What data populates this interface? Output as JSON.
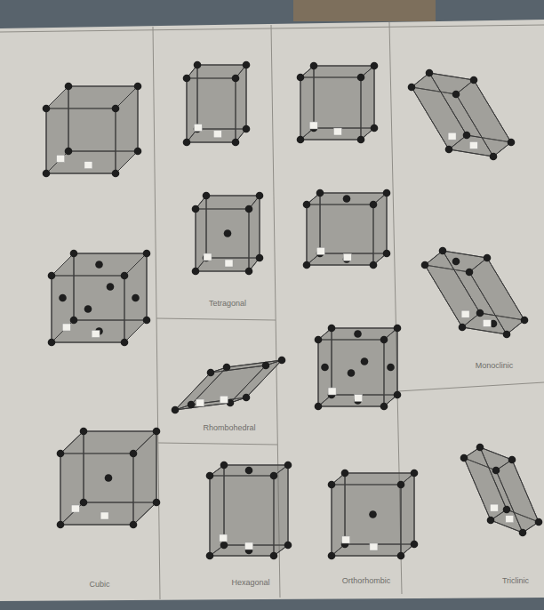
{
  "diagram": {
    "labels": [
      "Cubic",
      "Tetragonal",
      "Rhombohedral",
      "Hexagonal",
      "Orthorhombic",
      "Monoclinic",
      "Triclinic"
    ]
  }
}
